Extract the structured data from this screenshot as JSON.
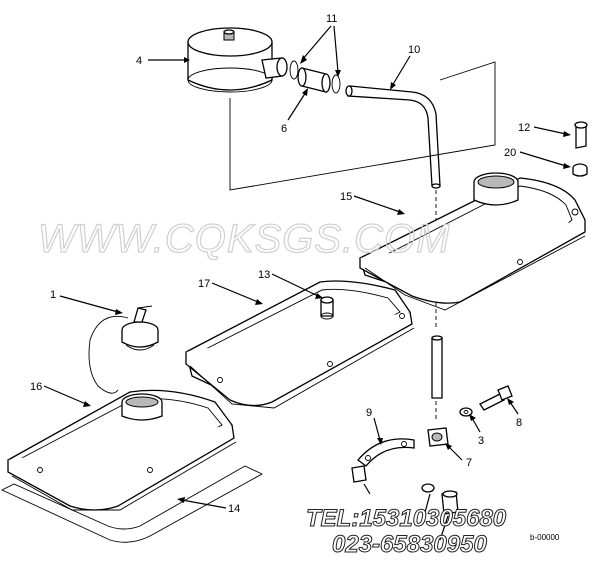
{
  "diagram": {
    "callouts": [
      {
        "id": "c1",
        "label": "1"
      },
      {
        "id": "c3",
        "label": "3"
      },
      {
        "id": "c4",
        "label": "4"
      },
      {
        "id": "c6",
        "label": "6"
      },
      {
        "id": "c7",
        "label": "7"
      },
      {
        "id": "c8",
        "label": "8"
      },
      {
        "id": "c9",
        "label": "9"
      },
      {
        "id": "c10",
        "label": "10"
      },
      {
        "id": "c11",
        "label": "11"
      },
      {
        "id": "c12",
        "label": "12"
      },
      {
        "id": "c13",
        "label": "13"
      },
      {
        "id": "c14",
        "label": "14"
      },
      {
        "id": "c15",
        "label": "15"
      },
      {
        "id": "c16",
        "label": "16"
      },
      {
        "id": "c17",
        "label": "17"
      },
      {
        "id": "c20",
        "label": "20"
      }
    ],
    "ref_code": "b-00000",
    "watermark": "WWW.CQKSGS.COM",
    "phone_line_1": "TEL:15310305680",
    "phone_line_2": "023-65830950"
  }
}
